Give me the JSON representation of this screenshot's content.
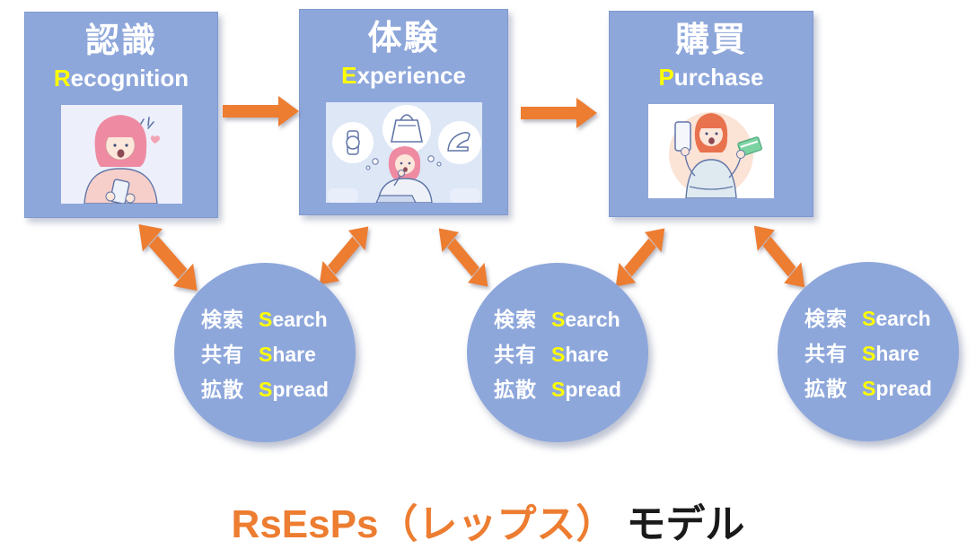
{
  "title": {
    "main": "RsEsPs（レップス）",
    "suffix": "モデル"
  },
  "colors": {
    "box_blue": "#8EA7DB",
    "arrow_orange": "#ED7D31",
    "highlight_yellow": "#FFFF00",
    "text_white": "#FFFFFF",
    "title_orange": "#ED7D31",
    "title_black": "#1A1A1A"
  },
  "stages": [
    {
      "jp": "認識",
      "en_initial": "R",
      "en_rest": "ecognition",
      "illustration": "woman-smiling-at-smartphone"
    },
    {
      "jp": "体験",
      "en_initial": "E",
      "en_rest": "xperience",
      "illustration": "woman-imagining-watch-bag-heel"
    },
    {
      "jp": "購買",
      "en_initial": "P",
      "en_rest": "urchase",
      "illustration": "woman-holding-phone-and-credit-card"
    }
  ],
  "loops": [
    {
      "rows": [
        {
          "jp": "検索",
          "en_initial": "S",
          "en_rest": "earch"
        },
        {
          "jp": "共有",
          "en_initial": "S",
          "en_rest": "hare"
        },
        {
          "jp": "拡散",
          "en_initial": "S",
          "en_rest": "pread"
        }
      ]
    },
    {
      "rows": [
        {
          "jp": "検索",
          "en_initial": "S",
          "en_rest": "earch"
        },
        {
          "jp": "共有",
          "en_initial": "S",
          "en_rest": "hare"
        },
        {
          "jp": "拡散",
          "en_initial": "S",
          "en_rest": "pread"
        }
      ]
    },
    {
      "rows": [
        {
          "jp": "検索",
          "en_initial": "S",
          "en_rest": "earch"
        },
        {
          "jp": "共有",
          "en_initial": "S",
          "en_rest": "hare"
        },
        {
          "jp": "拡散",
          "en_initial": "S",
          "en_rest": "pread"
        }
      ]
    }
  ]
}
